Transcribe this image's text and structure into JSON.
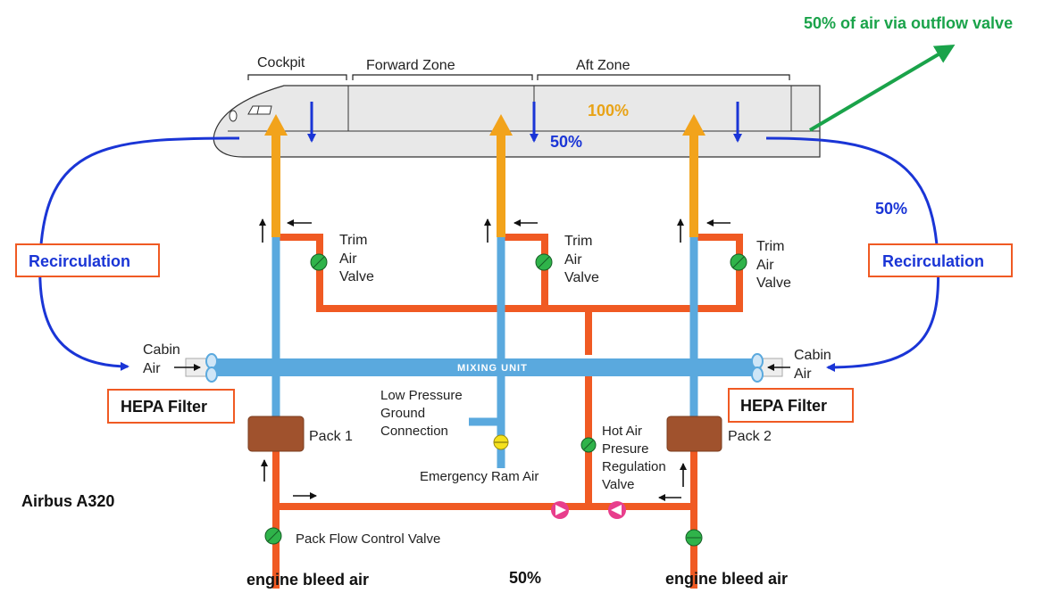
{
  "aircraft": "Airbus A320",
  "outflow_label": "50% of air via outflow valve",
  "zones": {
    "cockpit": "Cockpit",
    "forward": "Forward Zone",
    "aft": "Aft Zone"
  },
  "percent_100": "100%",
  "percent_50_cabin": "50%",
  "percent_50_right": "50%",
  "percent_50_bottom": "50%",
  "recirculation": {
    "left": "Recirculation",
    "right": "Recirculation"
  },
  "cabin_air": {
    "left_1": "Cabin",
    "left_2": "Air",
    "right_1": "Cabin",
    "right_2": "Air"
  },
  "hepa": {
    "left": "HEPA Filter",
    "right": "HEPA Filter"
  },
  "mixing_unit": "MIXING UNIT",
  "trim_valve": {
    "line1": "Trim",
    "line2": "Air",
    "line3": "Valve"
  },
  "pack1": "Pack 1",
  "pack2": "Pack 2",
  "low_pressure": {
    "line1": "Low Pressure",
    "line2": "Ground",
    "line3": "Connection"
  },
  "emergency_ram_air": "Emergency Ram Air",
  "hot_air": {
    "line1": "Hot Air",
    "line2": "Presure",
    "line3": "Regulation",
    "line4": "Valve"
  },
  "pack_flow_valve": "Pack Flow Control Valve",
  "bleed": {
    "left": "engine bleed air",
    "right": "engine bleed air"
  },
  "colors": {
    "hot": "#f05a23",
    "cool": "#5aa9de",
    "conditioned": "#f2a31b",
    "recirc": "#1a35d6",
    "outflow": "#1aa34a",
    "valve": "#2fb34a",
    "pack": "#a0522d",
    "box_border": "#f05a23",
    "fuselage": "#e8e8e8"
  }
}
